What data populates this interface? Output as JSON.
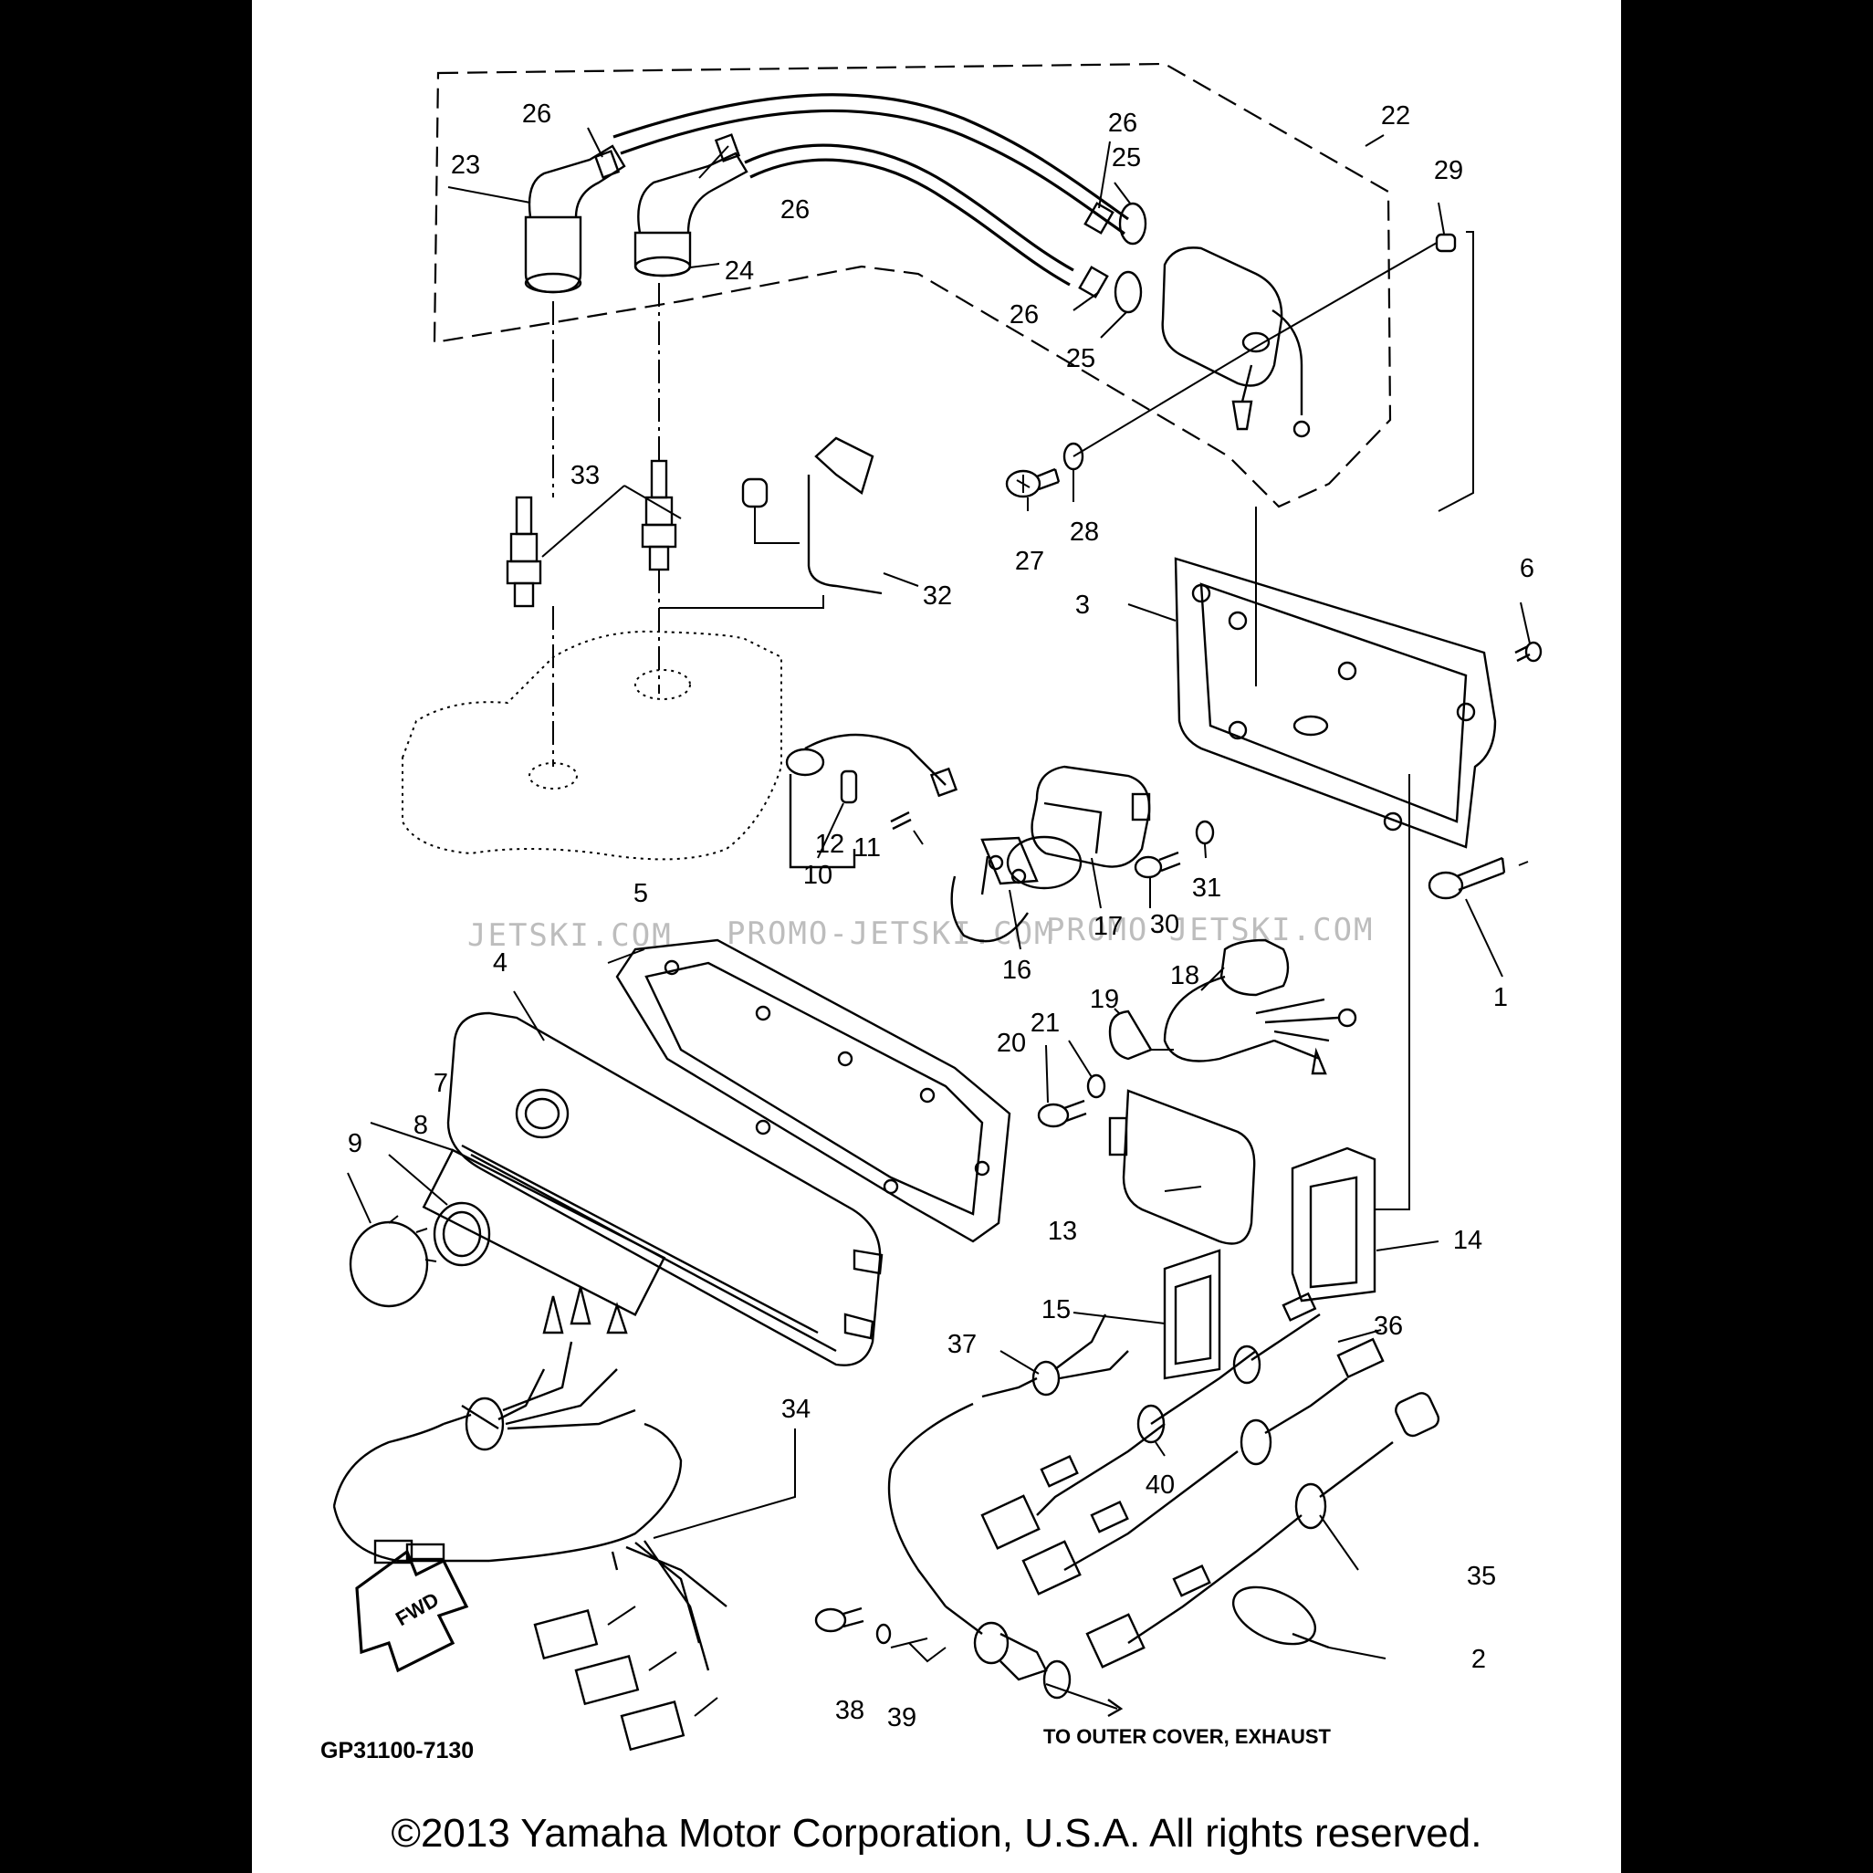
{
  "diagram": {
    "part_numbers": [
      "1",
      "2",
      "3",
      "4",
      "5",
      "6",
      "7",
      "8",
      "9",
      "10",
      "11",
      "12",
      "13",
      "14",
      "15",
      "16",
      "17",
      "18",
      "19",
      "20",
      "21",
      "22",
      "23",
      "24",
      "25",
      "26",
      "27",
      "28",
      "29",
      "30",
      "31",
      "32",
      "33",
      "34",
      "35",
      "36",
      "37",
      "38",
      "39",
      "40"
    ],
    "drawing_code": "GP31100-7130",
    "note": "TO OUTER COVER, EXHAUST",
    "direction_label": "FWD",
    "watermarks": [
      "JETSKI.COM",
      "PROMO-JETSKI.COM",
      "PROMO-JETSKI.COM"
    ]
  },
  "footer": {
    "copyright": "©2013 Yamaha Motor Corporation, U.S.A. All rights reserved."
  }
}
